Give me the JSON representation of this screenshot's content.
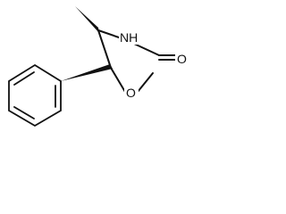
{
  "structure": {
    "atoms": {
      "nh": "NH",
      "o_ring": "O",
      "o_carbonyl": "O"
    }
  }
}
